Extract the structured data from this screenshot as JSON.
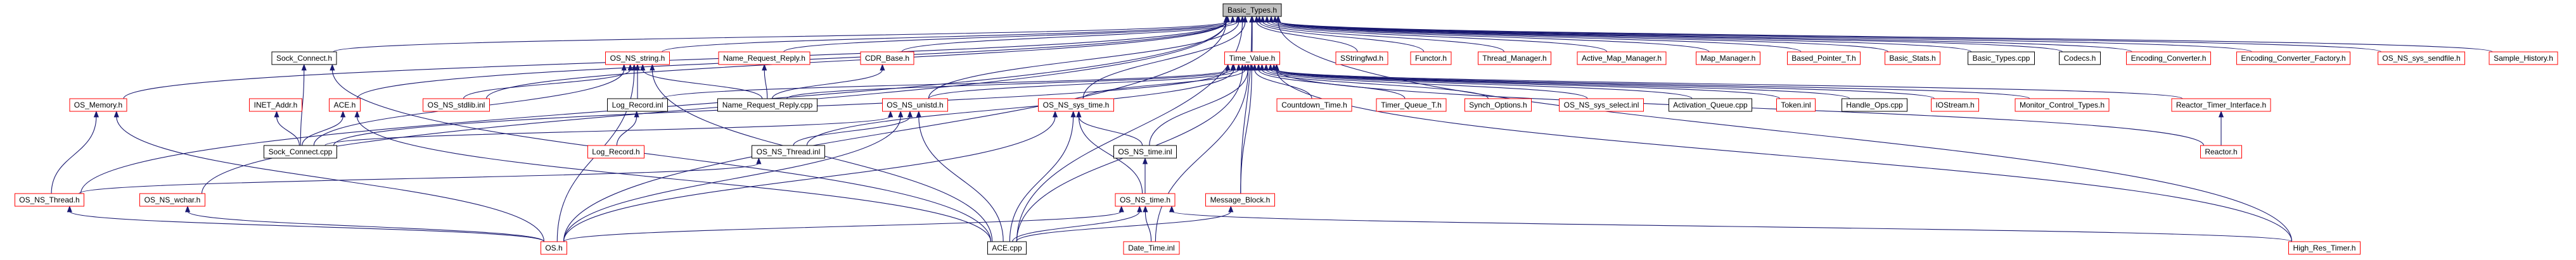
{
  "diagram": {
    "colors": {
      "edge": "#191970",
      "node_fill": "#ffffff"
    },
    "nodes": [
      {
        "label": "Basic_Types.h",
        "border": "#000000",
        "fill": "#bfbfbf"
      },
      {
        "label": "Sock_Connect.h",
        "border": "#000000"
      },
      {
        "label": "OS_NS_string.h",
        "border": "#ff0000"
      },
      {
        "label": "Name_Request_Reply.h",
        "border": "#ff0000"
      },
      {
        "label": "CDR_Base.h",
        "border": "#ff0000"
      },
      {
        "label": "Time_Value.h",
        "border": "#ff0000"
      },
      {
        "label": "SStringfwd.h",
        "border": "#ff0000"
      },
      {
        "label": "Functor.h",
        "border": "#ff0000"
      },
      {
        "label": "Thread_Manager.h",
        "border": "#ff0000"
      },
      {
        "label": "Active_Map_Manager.h",
        "border": "#ff0000"
      },
      {
        "label": "Map_Manager.h",
        "border": "#ff0000"
      },
      {
        "label": "Based_Pointer_T.h",
        "border": "#ff0000"
      },
      {
        "label": "Basic_Stats.h",
        "border": "#ff0000"
      },
      {
        "label": "Basic_Types.cpp",
        "border": "#000000"
      },
      {
        "label": "Codecs.h",
        "border": "#000000"
      },
      {
        "label": "Encoding_Converter.h",
        "border": "#ff0000"
      },
      {
        "label": "Encoding_Converter_Factory.h",
        "border": "#ff0000"
      },
      {
        "label": "OS_NS_sys_sendfile.h",
        "border": "#ff0000"
      },
      {
        "label": "Sample_History.h",
        "border": "#ff0000"
      },
      {
        "label": "OS_Memory.h",
        "border": "#ff0000"
      },
      {
        "label": "INET_Addr.h",
        "border": "#ff0000"
      },
      {
        "label": "ACE.h",
        "border": "#ff0000"
      },
      {
        "label": "OS_NS_stdlib.inl",
        "border": "#ff0000"
      },
      {
        "label": "Log_Record.inl",
        "border": "#000000"
      },
      {
        "label": "Name_Request_Reply.cpp",
        "border": "#000000"
      },
      {
        "label": "OS_NS_unistd.h",
        "border": "#ff0000"
      },
      {
        "label": "OS_NS_sys_time.h",
        "border": "#ff0000"
      },
      {
        "label": "Countdown_Time.h",
        "border": "#ff0000"
      },
      {
        "label": "Timer_Queue_T.h",
        "border": "#ff0000"
      },
      {
        "label": "Synch_Options.h",
        "border": "#ff0000"
      },
      {
        "label": "OS_NS_sys_select.inl",
        "border": "#ff0000"
      },
      {
        "label": "Activation_Queue.cpp",
        "border": "#000000"
      },
      {
        "label": "Token.inl",
        "border": "#ff0000"
      },
      {
        "label": "Handle_Ops.cpp",
        "border": "#000000"
      },
      {
        "label": "IOStream.h",
        "border": "#ff0000"
      },
      {
        "label": "Monitor_Control_Types.h",
        "border": "#ff0000"
      },
      {
        "label": "Reactor_Timer_Interface.h",
        "border": "#ff0000"
      },
      {
        "label": "Sock_Connect.cpp",
        "border": "#000000"
      },
      {
        "label": "Log_Record.h",
        "border": "#ff0000"
      },
      {
        "label": "OS_NS_Thread.inl",
        "border": "#000000"
      },
      {
        "label": "OS_NS_time.inl",
        "border": "#000000"
      },
      {
        "label": "Reactor.h",
        "border": "#ff0000"
      },
      {
        "label": "OS_NS_Thread.h",
        "border": "#ff0000"
      },
      {
        "label": "OS_NS_wchar.h",
        "border": "#ff0000"
      },
      {
        "label": "OS_NS_time.h",
        "border": "#ff0000"
      },
      {
        "label": "Message_Block.h",
        "border": "#ff0000"
      },
      {
        "label": "OS.h",
        "border": "#ff0000"
      },
      {
        "label": "ACE.cpp",
        "border": "#000000"
      },
      {
        "label": "Date_Time.inl",
        "border": "#ff0000"
      },
      {
        "label": "High_Res_Timer.h",
        "border": "#ff0000"
      }
    ],
    "edges": [
      [
        1,
        0
      ],
      [
        2,
        0
      ],
      [
        3,
        0
      ],
      [
        4,
        0
      ],
      [
        5,
        0
      ],
      [
        6,
        0
      ],
      [
        7,
        0
      ],
      [
        8,
        0
      ],
      [
        9,
        0
      ],
      [
        10,
        0
      ],
      [
        11,
        0
      ],
      [
        12,
        0
      ],
      [
        13,
        0
      ],
      [
        14,
        0
      ],
      [
        15,
        0
      ],
      [
        16,
        0
      ],
      [
        17,
        0
      ],
      [
        18,
        0
      ],
      [
        19,
        0
      ],
      [
        21,
        0
      ],
      [
        22,
        0
      ],
      [
        25,
        0
      ],
      [
        26,
        0
      ],
      [
        42,
        0
      ],
      [
        43,
        0
      ],
      [
        45,
        0
      ],
      [
        46,
        0
      ],
      [
        47,
        0
      ],
      [
        49,
        0
      ],
      [
        37,
        1
      ],
      [
        47,
        1
      ],
      [
        22,
        2
      ],
      [
        23,
        2
      ],
      [
        24,
        2
      ],
      [
        37,
        2
      ],
      [
        46,
        2
      ],
      [
        47,
        2
      ],
      [
        24,
        3
      ],
      [
        24,
        4
      ],
      [
        37,
        20
      ],
      [
        37,
        21
      ],
      [
        47,
        21
      ],
      [
        42,
        19
      ],
      [
        46,
        19
      ],
      [
        38,
        23
      ],
      [
        37,
        25
      ],
      [
        39,
        25
      ],
      [
        46,
        25
      ],
      [
        47,
        25
      ],
      [
        40,
        26
      ],
      [
        44,
        26
      ],
      [
        46,
        26
      ],
      [
        47,
        26
      ],
      [
        44,
        40
      ],
      [
        42,
        39
      ],
      [
        46,
        42
      ],
      [
        46,
        43
      ],
      [
        46,
        44
      ],
      [
        47,
        44
      ],
      [
        48,
        44
      ],
      [
        49,
        44
      ],
      [
        47,
        45
      ],
      [
        41,
        36
      ],
      [
        23,
        5
      ],
      [
        24,
        5
      ],
      [
        25,
        5
      ],
      [
        26,
        5
      ],
      [
        27,
        5
      ],
      [
        28,
        5
      ],
      [
        29,
        5
      ],
      [
        30,
        5
      ],
      [
        31,
        5
      ],
      [
        32,
        5
      ],
      [
        33,
        5
      ],
      [
        34,
        5
      ],
      [
        35,
        5
      ],
      [
        36,
        5
      ],
      [
        37,
        5
      ],
      [
        39,
        5
      ],
      [
        40,
        5
      ],
      [
        41,
        5
      ],
      [
        45,
        5
      ],
      [
        47,
        5
      ],
      [
        48,
        5
      ],
      [
        49,
        5
      ]
    ]
  }
}
